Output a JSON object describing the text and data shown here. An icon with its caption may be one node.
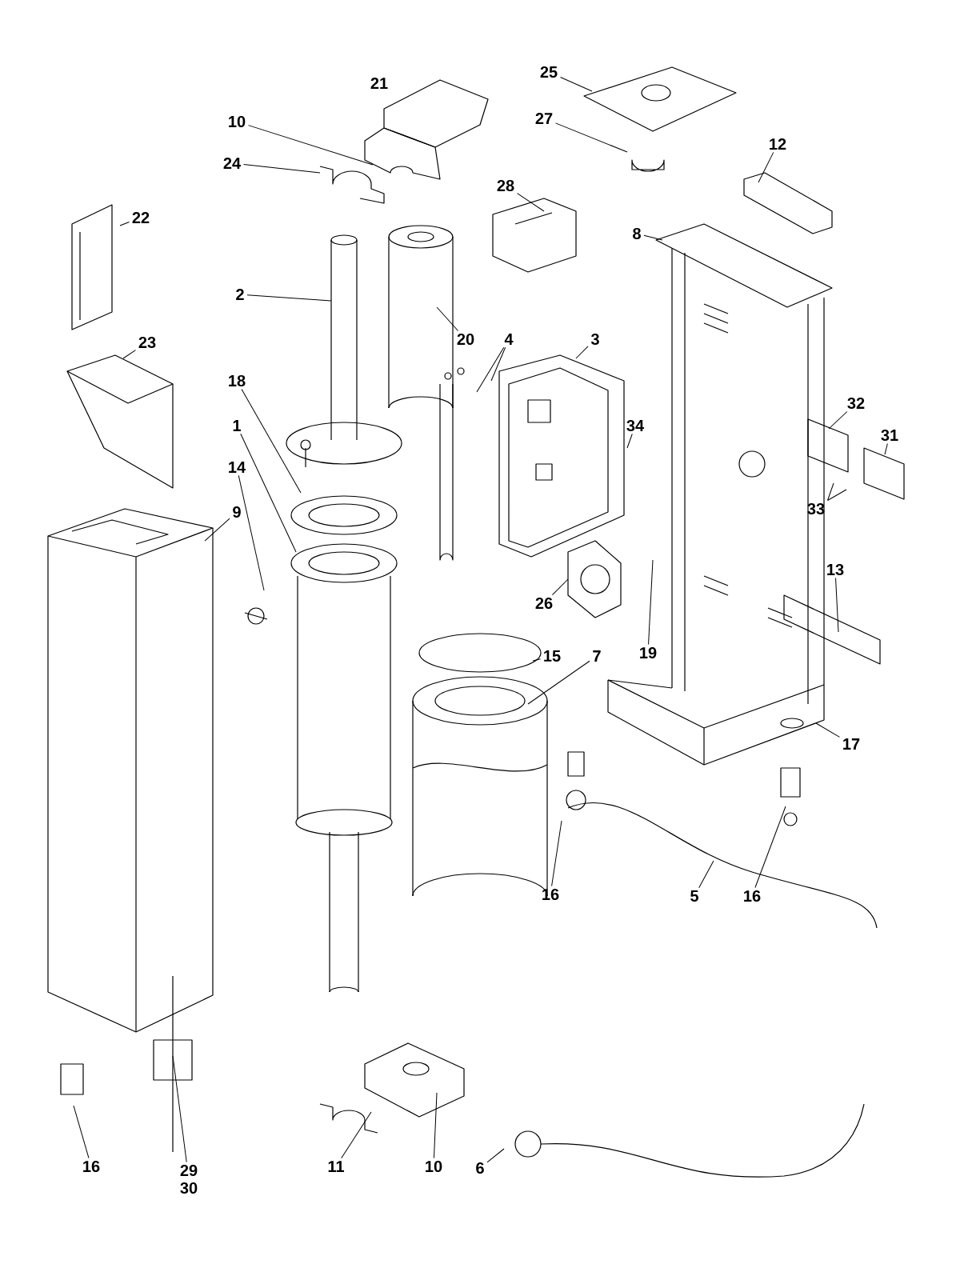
{
  "diagram": {
    "nodes": [
      {
        "text": [
          "25"
        ]
      },
      {
        "text": [
          "21"
        ]
      },
      {
        "text": [
          "27"
        ]
      },
      {
        "text": [
          "10"
        ]
      },
      {
        "text": [
          "12"
        ]
      },
      {
        "text": [
          "24"
        ]
      },
      {
        "text": [
          "28"
        ]
      },
      {
        "text": [
          "22"
        ]
      },
      {
        "text": [
          "8"
        ]
      },
      {
        "text": [
          "2"
        ]
      },
      {
        "text": [
          "4"
        ]
      },
      {
        "text": [
          "3"
        ]
      },
      {
        "text": [
          "20"
        ]
      },
      {
        "text": [
          "23"
        ]
      },
      {
        "text": [
          "18"
        ]
      },
      {
        "text": [
          "32"
        ]
      },
      {
        "text": [
          "34"
        ]
      },
      {
        "text": [
          "1"
        ]
      },
      {
        "text": [
          "31"
        ]
      },
      {
        "text": [
          "14"
        ]
      },
      {
        "text": [
          "33"
        ]
      },
      {
        "text": [
          "9"
        ]
      },
      {
        "text": [
          "13"
        ]
      },
      {
        "text": [
          "26"
        ]
      },
      {
        "text": [
          "19"
        ]
      },
      {
        "text": [
          "15"
        ]
      },
      {
        "text": [
          "7"
        ]
      },
      {
        "text": [
          "17"
        ]
      },
      {
        "text": [
          "16"
        ]
      },
      {
        "text": [
          "5"
        ]
      },
      {
        "text": [
          "16"
        ]
      },
      {
        "text": [
          "16"
        ]
      },
      {
        "text": [
          "29",
          "30"
        ]
      },
      {
        "text": [
          "11"
        ]
      },
      {
        "text": [
          "10"
        ]
      },
      {
        "text": [
          "6"
        ]
      }
    ],
    "edges": [
      {
        "from": 0,
        "to": null,
        "arrow": "none"
      },
      {
        "from": 2,
        "to": null,
        "arrow": "none"
      },
      {
        "from": 3,
        "to": null,
        "arrow": "none"
      },
      {
        "from": 4,
        "to": null,
        "arrow": "none"
      },
      {
        "from": 5,
        "to": null,
        "arrow": "none"
      },
      {
        "from": 6,
        "to": null,
        "arrow": "none"
      },
      {
        "from": 7,
        "to": null,
        "arrow": "none"
      },
      {
        "from": 8,
        "to": null,
        "arrow": "none"
      },
      {
        "from": 9,
        "to": null,
        "arrow": "none"
      },
      {
        "from": 10,
        "to": null,
        "arrow": "none"
      },
      {
        "from": 10,
        "to": null,
        "arrow": "none"
      },
      {
        "from": 11,
        "to": null,
        "arrow": "none"
      },
      {
        "from": 12,
        "to": null,
        "arrow": "none"
      },
      {
        "from": 13,
        "to": null,
        "arrow": "none"
      },
      {
        "from": 14,
        "to": null,
        "arrow": "none"
      },
      {
        "from": 15,
        "to": null,
        "arrow": "none"
      },
      {
        "from": 16,
        "to": null,
        "arrow": "none"
      },
      {
        "from": 17,
        "to": null,
        "arrow": "none"
      },
      {
        "from": 18,
        "to": null,
        "arrow": "none"
      },
      {
        "from": 19,
        "to": null,
        "arrow": "none"
      },
      {
        "from": 20,
        "to": null,
        "arrow": "none"
      },
      {
        "from": 20,
        "to": null,
        "arrow": "none"
      },
      {
        "from": 21,
        "to": null,
        "arrow": "none"
      },
      {
        "from": 22,
        "to": null,
        "arrow": "none"
      },
      {
        "from": 23,
        "to": null,
        "arrow": "none"
      },
      {
        "from": 24,
        "to": null,
        "arrow": "none"
      },
      {
        "from": 25,
        "to": null,
        "arrow": "none"
      },
      {
        "from": 26,
        "to": null,
        "arrow": "none"
      },
      {
        "from": 27,
        "to": null,
        "arrow": "none"
      },
      {
        "from": 28,
        "to": null,
        "arrow": "none"
      },
      {
        "from": 29,
        "to": null,
        "arrow": "none"
      },
      {
        "from": 30,
        "to": null,
        "arrow": "none"
      },
      {
        "from": 31,
        "to": null,
        "arrow": "none"
      },
      {
        "from": 32,
        "to": null,
        "arrow": "none"
      },
      {
        "from": 33,
        "to": null,
        "arrow": "none"
      },
      {
        "from": 34,
        "to": null,
        "arrow": "none"
      },
      {
        "from": 35,
        "to": null,
        "arrow": "none"
      }
    ]
  }
}
